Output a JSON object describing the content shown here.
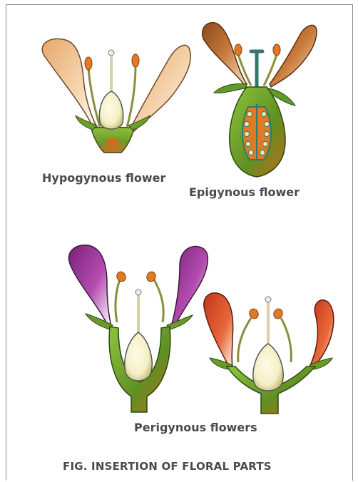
{
  "labels": {
    "hypogynous": "Hypogynous flower",
    "epigynous": "Epigynous flower",
    "perigynous": "Perigynous flowers"
  },
  "caption": "FIG. INSERTION OF FLORAL PARTS",
  "colors": {
    "label_text": "#4a4a4a",
    "stem_green": "#6a9a2a",
    "ovary_cream": "#f4efc6",
    "anther_orange": "#e07a24",
    "petal_peach": "#f2c79a",
    "petal_brown": "#b06a2c",
    "petal_purple": "#a0399a",
    "petal_red": "#d9502a"
  }
}
